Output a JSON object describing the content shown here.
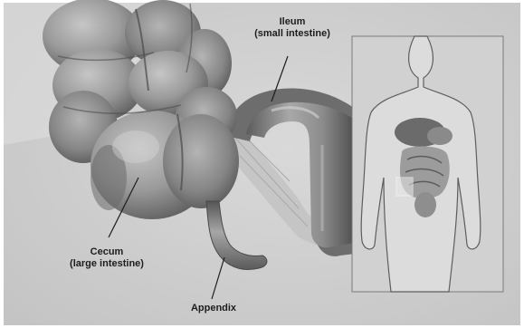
{
  "labels": {
    "ileum": {
      "name": "Ileum",
      "detail": "(small intestine)"
    },
    "cecum": {
      "name": "Cecum",
      "detail": "(large intestine)"
    },
    "appendix": {
      "name": "Appendix"
    }
  },
  "colors": {
    "background": "#cfcfcf",
    "inset_panel": "#d2d2d2",
    "tissue_light": "#bdbdbd",
    "tissue_dark": "#5f5f5f",
    "text": "#1d1d1d"
  }
}
